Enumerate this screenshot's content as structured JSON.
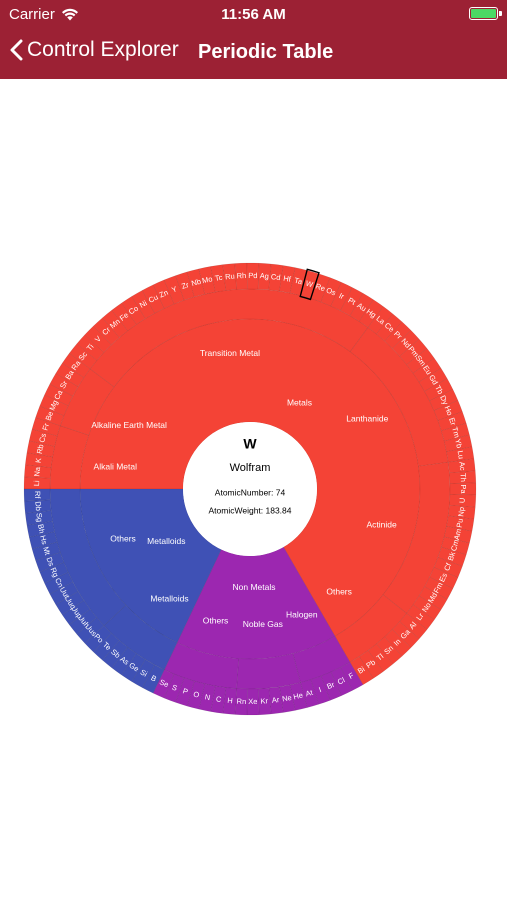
{
  "status_bar": {
    "carrier": "Carrier",
    "time": "11:56 AM"
  },
  "nav": {
    "back_label": "Control Explorer",
    "title": "Periodic Table"
  },
  "colors": {
    "nav_bg": "#9c2134",
    "metals": "#f44336",
    "nonmetals": "#9c27b0",
    "metalloids": "#3f51b5"
  },
  "selected": {
    "symbol": "W",
    "name": "Wolfram",
    "atomic_number_label": "AtomicNumber: 74",
    "atomic_weight_label": "AtomicWeight: 183.84"
  },
  "chart_data": {
    "type": "sunburst",
    "groups": [
      {
        "name": "Metals",
        "color": "#f44336",
        "subgroups": [
          {
            "name": "Alkali Metal",
            "elements": [
              "Li",
              "Na",
              "K",
              "Rb",
              "Cs",
              "Fr"
            ]
          },
          {
            "name": "Alkaline Earth Metal",
            "elements": [
              "Be",
              "Mg",
              "Ca",
              "Sr",
              "Ba",
              "Ra"
            ]
          },
          {
            "name": "Transition Metal",
            "elements": [
              "Sc",
              "Ti",
              "V",
              "Cr",
              "Mn",
              "Fe",
              "Co",
              "Ni",
              "Cu",
              "Zn",
              "Y",
              "Zr",
              "Nb",
              "Mo",
              "Tc",
              "Ru",
              "Rh",
              "Pd",
              "Ag",
              "Cd",
              "Hf",
              "Ta",
              "W",
              "Re",
              "Os",
              "Ir",
              "Pt",
              "Au",
              "Hg"
            ]
          },
          {
            "name": "Lanthanide",
            "elements": [
              "La",
              "Ce",
              "Pr",
              "Nd",
              "Pm",
              "Sm",
              "Eu",
              "Gd",
              "Tb",
              "Dy",
              "Ho",
              "Er",
              "Tm",
              "Yb",
              "Lu"
            ]
          },
          {
            "name": "Actinide",
            "elements": [
              "Ac",
              "Th",
              "Pa",
              "U",
              "Np",
              "Pu",
              "Am",
              "Cm",
              "Bk",
              "Cf",
              "Es",
              "Fm",
              "Md",
              "No",
              "Lr"
            ]
          },
          {
            "name": "Others",
            "elements": [
              "Al",
              "Ga",
              "In",
              "Sn",
              "Tl",
              "Pb",
              "Bi"
            ]
          }
        ]
      },
      {
        "name": "Non Metals",
        "color": "#9c27b0",
        "subgroups": [
          {
            "name": "Halogen",
            "elements": [
              "F",
              "Cl",
              "Br",
              "I",
              "At"
            ]
          },
          {
            "name": "Noble Gas",
            "elements": [
              "He",
              "Ne",
              "Ar",
              "Kr",
              "Xe",
              "Rn"
            ]
          },
          {
            "name": "Others",
            "elements": [
              "H",
              "C",
              "N",
              "O",
              "P",
              "S",
              "Se"
            ]
          }
        ]
      },
      {
        "name": "Metalloids",
        "color": "#3f51b5",
        "subgroups": [
          {
            "name": "Metalloids",
            "elements": [
              "B",
              "Si",
              "Ge",
              "As",
              "Sb",
              "Te",
              "Po"
            ]
          },
          {
            "name": "Others",
            "elements": [
              "Uus",
              "Uuh",
              "Uup",
              "Uuq",
              "Uut",
              "Cn",
              "Rg",
              "Ds",
              "Mt",
              "Hs",
              "Bh",
              "Sg",
              "Db",
              "Rf"
            ]
          }
        ]
      }
    ],
    "selected_element": "W"
  }
}
